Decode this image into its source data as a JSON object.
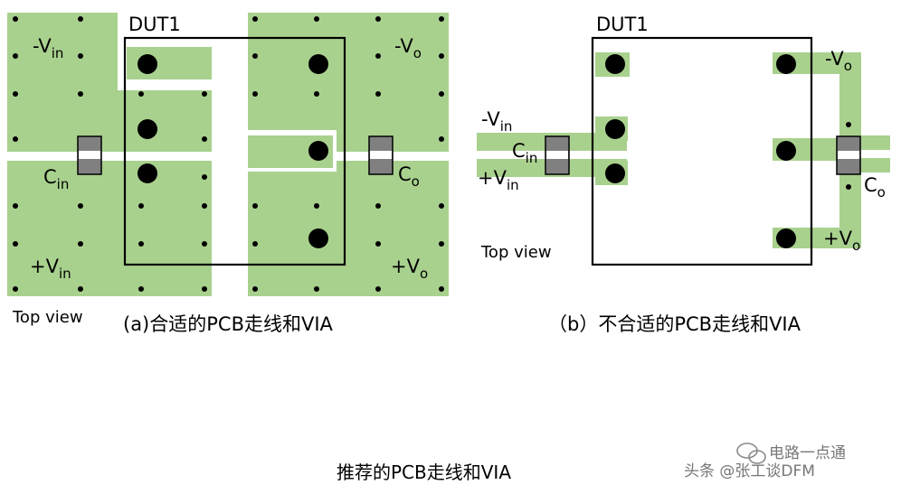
{
  "left_panel": {
    "dut_label": "DUT1",
    "vin_neg": {
      "base": "-V",
      "sub": "in"
    },
    "vin_pos": {
      "base": "+V",
      "sub": "in"
    },
    "vo_neg": {
      "base": "-V",
      "sub": "o"
    },
    "vo_pos": {
      "base": "+V",
      "sub": "o"
    },
    "cin": {
      "base": "C",
      "sub": "in"
    },
    "co": {
      "base": "C",
      "sub": "o"
    },
    "view_label": "Top view",
    "caption": "(a)合适的PCB走线和VIA"
  },
  "right_panel": {
    "dut_label": "DUT1",
    "vin_neg": {
      "base": "-V",
      "sub": "in"
    },
    "vin_pos": {
      "base": "+V",
      "sub": "in"
    },
    "vo_neg": {
      "base": "-V",
      "sub": "o"
    },
    "vo_pos": {
      "base": "+V",
      "sub": "o"
    },
    "cin": {
      "base": "C",
      "sub": "in"
    },
    "co": {
      "base": "C",
      "sub": "o"
    },
    "view_label": "Top view",
    "caption": "（b）不合适的PCB走线和VIA"
  },
  "figure_title": "推荐的PCB走线和VIA",
  "watermark": {
    "brand": "电路一点通",
    "source": "头条 @张工谈DFM"
  },
  "colors": {
    "copper": "#a9d18e",
    "outline": "#000000",
    "cap_body": "#808080",
    "via": "#000000"
  }
}
